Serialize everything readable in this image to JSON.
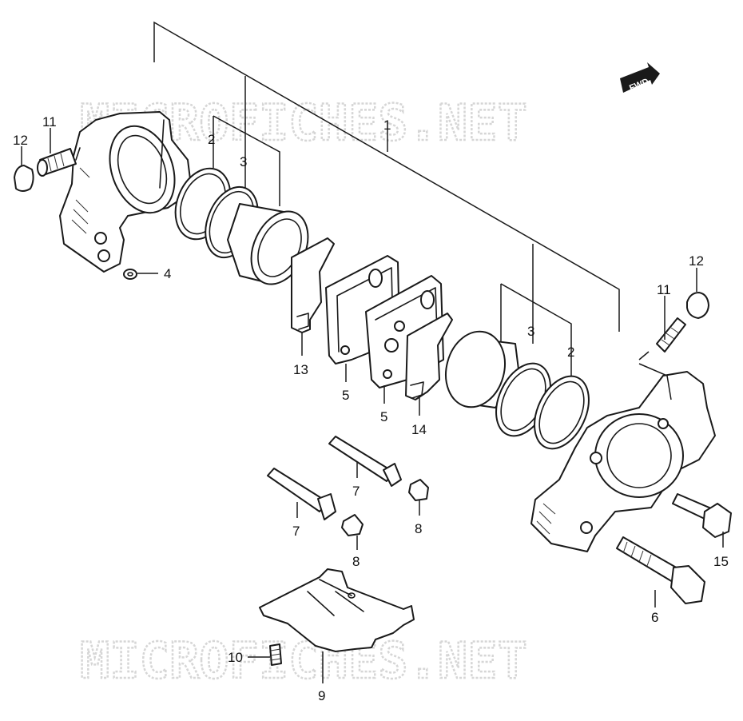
{
  "watermark": {
    "text_top": "MICROFICHES.NET",
    "text_bottom": "MICROFICHES.NET"
  },
  "direction_badge": {
    "label": "FWD",
    "icon": "forward-arrow-icon"
  },
  "callouts": {
    "c1": "1",
    "c2_left": "2",
    "c3_left": "3",
    "c2_right": "2",
    "c3_right": "3",
    "c4": "4",
    "c5_a": "5",
    "c5_b": "5",
    "c6": "6",
    "c7_a": "7",
    "c7_b": "7",
    "c8_a": "8",
    "c8_b": "8",
    "c9": "9",
    "c10": "10",
    "c11_left": "11",
    "c11_right": "11",
    "c12_left": "12",
    "c12_right": "12",
    "c13": "13",
    "c14": "14",
    "c15": "15"
  }
}
